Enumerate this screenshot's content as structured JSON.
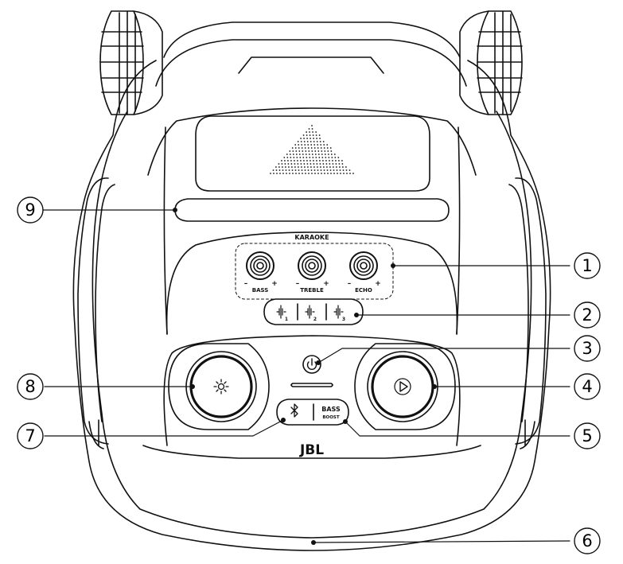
{
  "labels": {
    "karaoke": "KARAOKE",
    "bass": "BASS",
    "treble": "TREBLE",
    "echo": "ECHO",
    "minus": "–",
    "plus": "+",
    "fx1": "1",
    "fx2": "2",
    "fx3": "3",
    "bass_boost_line1": "BASS",
    "bass_boost_line2": "BOOST",
    "brand": "JBL"
  },
  "callouts": [
    "1",
    "2",
    "3",
    "4",
    "5",
    "6",
    "7",
    "8",
    "9"
  ],
  "icons": {
    "power": "power-icon",
    "play": "play-icon",
    "light": "light-icon",
    "bluetooth": "bluetooth-icon",
    "sound_effect": "waveform-icon"
  },
  "colors": {
    "line": "#111111",
    "background": "#ffffff"
  }
}
